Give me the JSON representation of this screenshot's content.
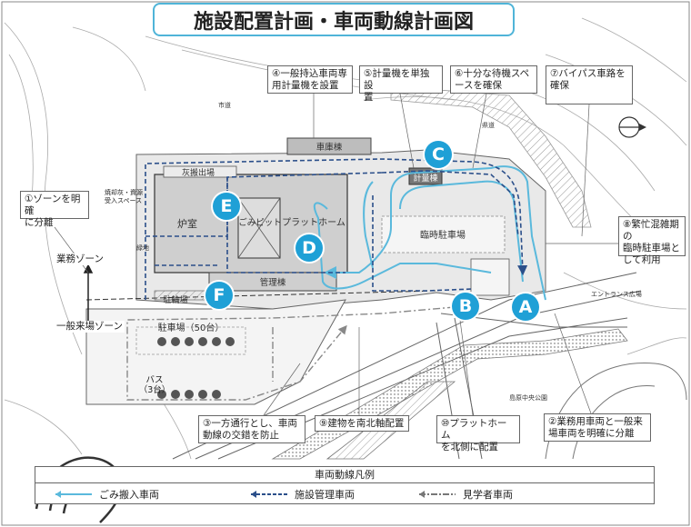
{
  "title": "施設配置計画・車両動線計画図",
  "markers": [
    "A",
    "B",
    "C",
    "D",
    "E",
    "F"
  ],
  "annotations": {
    "a1": "①ゾーンを明確\nに分離",
    "a2": "②業務用車両と一般来\n場車両を明確に分離",
    "a3": "③一方通行とし、車両\n動線の交錯を防止",
    "a4": "④一般持込車両専\n用計量機を設置",
    "a5": "⑤計量機を単独設\n置",
    "a6": "⑥十分な待機スペ\nースを確保",
    "a7": "⑦バイパス車路を\n確保",
    "a8": "⑧繁忙混雑期の\n臨時駐車場と\nして利用",
    "a9": "⑨建物を南北軸配置",
    "a10": "⑩プラットホーム\nを北側に配置"
  },
  "labels": {
    "garage": "車庫棟",
    "ash_area": "灰搬出場",
    "furnace": "炉室",
    "pit": "ごみピット",
    "platform": "プラットホーム",
    "admin": "管理棟",
    "scale": "計量棟",
    "temp_parking": "臨時駐車場",
    "parking": "駐車場（50台）",
    "bus": "バス\n（3台）",
    "bicycle": "駐輪場",
    "work_zone": "業務ゾーン",
    "public_zone": "一般来場ゾーン",
    "reception": "焼却灰・資源\n受入スペース",
    "green": "緑地",
    "entrance_plaza": "エントランス広場",
    "park": "島原中央公園",
    "road_top": "市道",
    "road_right": "県道"
  },
  "legend": {
    "title": "車両動線凡例",
    "items": [
      {
        "label": "ごみ搬入車両",
        "color": "#5ab9dc",
        "style": "solid"
      },
      {
        "label": "施設管理車両",
        "color": "#2b4f8a",
        "style": "dashed"
      },
      {
        "label": "見学者車両",
        "color": "#777777",
        "style": "dashdot"
      }
    ]
  },
  "colors": {
    "accent": "#1fa0d6",
    "waste_route": "#5ab9dc",
    "mgmt_route": "#2b4f8a",
    "visitor_route": "#888888"
  },
  "icons": [
    "north-arrow-icon"
  ]
}
